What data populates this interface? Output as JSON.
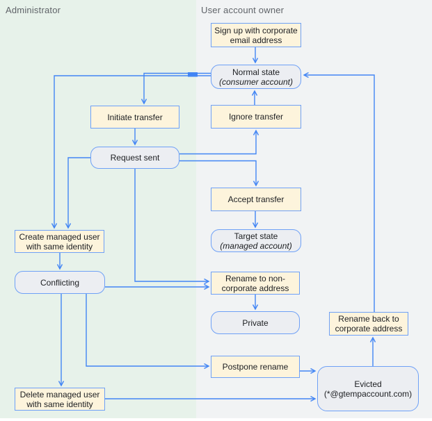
{
  "lanes": {
    "admin": {
      "title": "Administrator"
    },
    "user": {
      "title": "User account owner"
    }
  },
  "colors": {
    "admin_lane_bg": "#e7f2ea",
    "user_lane_bg": "#f1f3f4",
    "action_fill": "#fdf4dc",
    "state_fill": "#eceef2",
    "border_blue": "#6ea0f6",
    "arrow_blue": "#4285f4",
    "lane_title_gray": "#5f6368",
    "text_dark": "#1c1e21"
  },
  "nodes": {
    "signup": {
      "label1": "Sign up with corporate",
      "label2": "email address",
      "type": "action"
    },
    "normal": {
      "label1": "Normal state",
      "label2": "(consumer account)",
      "type": "state"
    },
    "initiate": {
      "label1": "Initiate transfer",
      "type": "action"
    },
    "ignore": {
      "label1": "Ignore transfer",
      "type": "action"
    },
    "request": {
      "label1": "Request sent",
      "type": "state"
    },
    "accept": {
      "label1": "Accept transfer",
      "type": "action"
    },
    "target": {
      "label1": "Target state",
      "label2": "(managed account)",
      "type": "state"
    },
    "create": {
      "label1": "Create managed user",
      "label2": "with same identity",
      "type": "action"
    },
    "conflicting": {
      "label1": "Conflicting",
      "type": "state"
    },
    "rename_non": {
      "label1": "Rename to non-",
      "label2": "corporate address",
      "type": "action"
    },
    "private": {
      "label1": "Private",
      "type": "state"
    },
    "postpone": {
      "label1": "Postpone rename",
      "type": "action"
    },
    "rename_back": {
      "label1": "Rename back to",
      "label2": "corporate address",
      "type": "action"
    },
    "evicted": {
      "label1": "Evicted",
      "label2": "(*@gtempaccount.com)",
      "type": "state"
    },
    "delete": {
      "label1": "Delete managed user",
      "label2": "with same identity",
      "type": "action"
    }
  },
  "edges": [
    {
      "from": "signup",
      "to": "normal"
    },
    {
      "from": "normal",
      "to": "initiate"
    },
    {
      "from": "normal",
      "to": "create"
    },
    {
      "from": "initiate",
      "to": "request"
    },
    {
      "from": "request",
      "to": "ignore"
    },
    {
      "from": "ignore",
      "to": "normal"
    },
    {
      "from": "request",
      "to": "accept"
    },
    {
      "from": "accept",
      "to": "target"
    },
    {
      "from": "request",
      "to": "create"
    },
    {
      "from": "create",
      "to": "conflicting"
    },
    {
      "from": "request",
      "to": "rename_non"
    },
    {
      "from": "conflicting",
      "to": "rename_non"
    },
    {
      "from": "rename_non",
      "to": "private"
    },
    {
      "from": "conflicting",
      "to": "postpone"
    },
    {
      "from": "postpone",
      "to": "evicted"
    },
    {
      "from": "conflicting",
      "to": "delete"
    },
    {
      "from": "delete",
      "to": "evicted"
    },
    {
      "from": "evicted",
      "to": "rename_back"
    },
    {
      "from": "rename_back",
      "to": "normal"
    }
  ]
}
